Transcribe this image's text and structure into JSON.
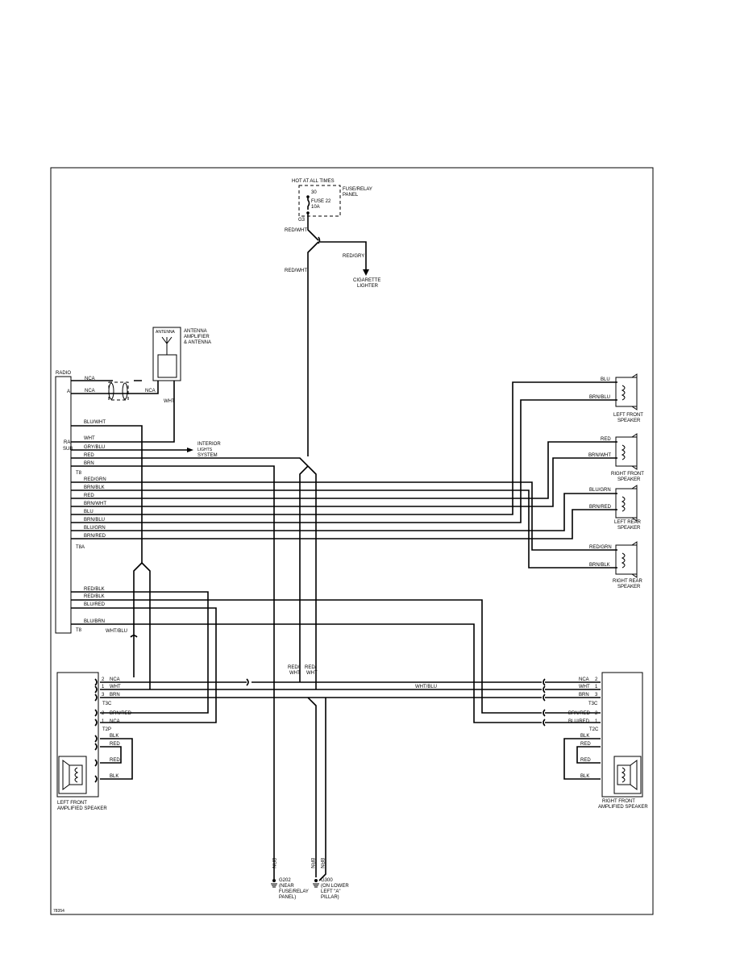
{
  "power": {
    "hot_at_all_times": "HOT AT ALL TIMES",
    "fuse_relay_panel_1": "FUSE/RELAY",
    "fuse_relay_panel_2": "PANEL",
    "terminal_30": "30",
    "fuse": "FUSE 22",
    "fuse_rating": "10A",
    "terminal_g3": "G3",
    "wire_red_wht_top": "RED/WHT",
    "wire_red_wht_mid": "RED/WHT",
    "wire_red_gry": "RED/GRY",
    "lighter_1": "CIGARETTE",
    "lighter_2": "LIGHTER"
  },
  "antenna": {
    "box_label": "ANTENNA",
    "label_1": "ANTENNA",
    "label_2": "AMPLIFIER",
    "label_3": "& ANTENNA",
    "wire_nca": "NCA",
    "wire_wht": "WHT"
  },
  "radio": {
    "title": "RADIO",
    "conn_a": "A",
    "conn_ra": "RA",
    "conn_sub": "SUB",
    "conn_t8": "T8",
    "conn_t8a": "T8A",
    "conn_t8b": "T8",
    "pins_a": [
      "NCA",
      "NCA"
    ],
    "pins_t8": [
      "BLU/WHT",
      "WHT",
      "GRY/BLU",
      "RED",
      "BRN"
    ],
    "pins_t8a": [
      "RED/GRN",
      "BRN/BLK",
      "RED",
      "BRN/WHT",
      "BLU",
      "BRN/BLU",
      "BLU/GRN",
      "BRN/RED"
    ],
    "pins_t8b": [
      "RED/BLK",
      "RED/BLK",
      "BLU/RED",
      "BLU/BRN"
    ],
    "interior_1": "INTERIOR",
    "interior_2": "LIGHTS",
    "interior_3": "SYSTEM",
    "wire_wht_blu": "WHT/BLU"
  },
  "speakers": {
    "lf": {
      "wires": [
        "BLU",
        "BRN/BLU"
      ],
      "label_1": "LEFT FRONT",
      "label_2": "SPEAKER"
    },
    "rf": {
      "wires": [
        "RED",
        "BRN/WHT"
      ],
      "label_1": "RIGHT FRONT",
      "label_2": "SPEAKER"
    },
    "lr": {
      "wires": [
        "BLU/GRN",
        "BRN/RED"
      ],
      "label_1": "LEFT REAR",
      "label_2": "SPEAKER"
    },
    "rr": {
      "wires": [
        "RED/GRN",
        "BRN/BLK"
      ],
      "label_1": "RIGHT REAR",
      "label_2": "SPEAKER"
    }
  },
  "left_amp": {
    "pins": [
      {
        "num": "2",
        "wire": "NCA"
      },
      {
        "num": "1",
        "wire": "WHT"
      },
      {
        "num": "3",
        "wire": "BRN"
      },
      {
        "num": "",
        "wire": "T3C"
      },
      {
        "num": "2",
        "wire": "BRN/RED"
      },
      {
        "num": "1",
        "wire": "NCA"
      },
      {
        "num": "",
        "wire": "T2P"
      }
    ],
    "spk_wires": [
      "BLK",
      "RED",
      "RED",
      "BLK"
    ],
    "label_1": "LEFT FRONT",
    "label_2": "AMPLIFIED SPEAKER"
  },
  "right_amp": {
    "pins": [
      {
        "num": "2",
        "wire": "NCA"
      },
      {
        "num": "1",
        "wire": "WHT"
      },
      {
        "num": "3",
        "wire": "BRN"
      },
      {
        "num": "",
        "wire": "T3C"
      },
      {
        "num": "2",
        "wire": "BRN/RED"
      },
      {
        "num": "1",
        "wire": "BLU/RED"
      },
      {
        "num": "",
        "wire": "T2C"
      }
    ],
    "spk_wires": [
      "BLK",
      "RED",
      "RED",
      "BLK"
    ],
    "label_1": "RIGHT FRONT",
    "label_2": "AMPLIFIED SPEAKER"
  },
  "center": {
    "red_1": "RED/",
    "wht_1": "WHT",
    "red_2": "RED/",
    "wht_2": "WHT",
    "wht_blu": "WHT/BLU",
    "brn_1": "BRN",
    "brn_2": "BRN",
    "brn_3": "BRN"
  },
  "grounds": {
    "g1": [
      "G202",
      "(NEAR",
      "FUSE/RELAY",
      "PANEL)"
    ],
    "g2": [
      "G300",
      "(ON LOWER",
      "LEFT \"A\"",
      "PILLAR)"
    ]
  },
  "footer": {
    "fig": "78354"
  }
}
